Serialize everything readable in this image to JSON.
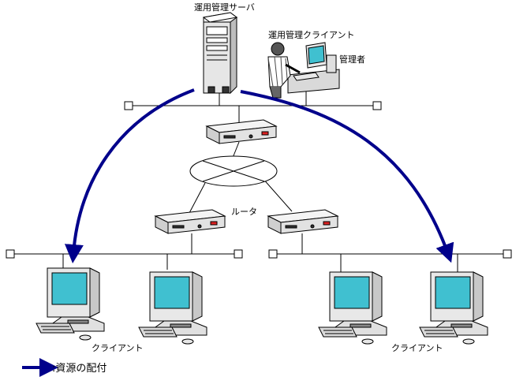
{
  "labels": {
    "server": "運用管理サーバ",
    "mgmt_client": "運用管理クライアント",
    "admin": "管理者",
    "router": "ルータ",
    "client_left": "クライアント",
    "client_right": "クライアント",
    "legend": ":資源の配付"
  },
  "colors": {
    "arrow": "#00008b",
    "screen": "#40c0d0",
    "device_body": "#e8e8e8",
    "line": "#000000"
  }
}
